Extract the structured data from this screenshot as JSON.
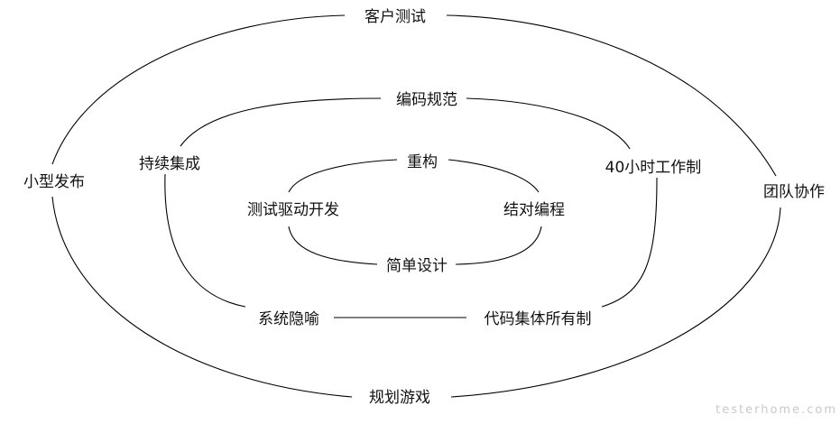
{
  "colors": {
    "line": "#000000",
    "text": "#111111",
    "watermark": "#c9c9c9",
    "background": "#ffffff"
  },
  "outer_ring": {
    "top": "客户测试",
    "left": "小型发布",
    "right": "团队协作",
    "bottom": "规划游戏"
  },
  "middle_ring": {
    "top": "编码规范",
    "left": "持续集成",
    "right": "40小时工作制",
    "bottom_left": "系统隐喻",
    "bottom_right": "代码集体所有制"
  },
  "inner_ring": {
    "top": "重构",
    "left": "测试驱动开发",
    "right": "结对编程",
    "bottom": "简单设计"
  },
  "watermark": {
    "text": "testerhome.com"
  }
}
